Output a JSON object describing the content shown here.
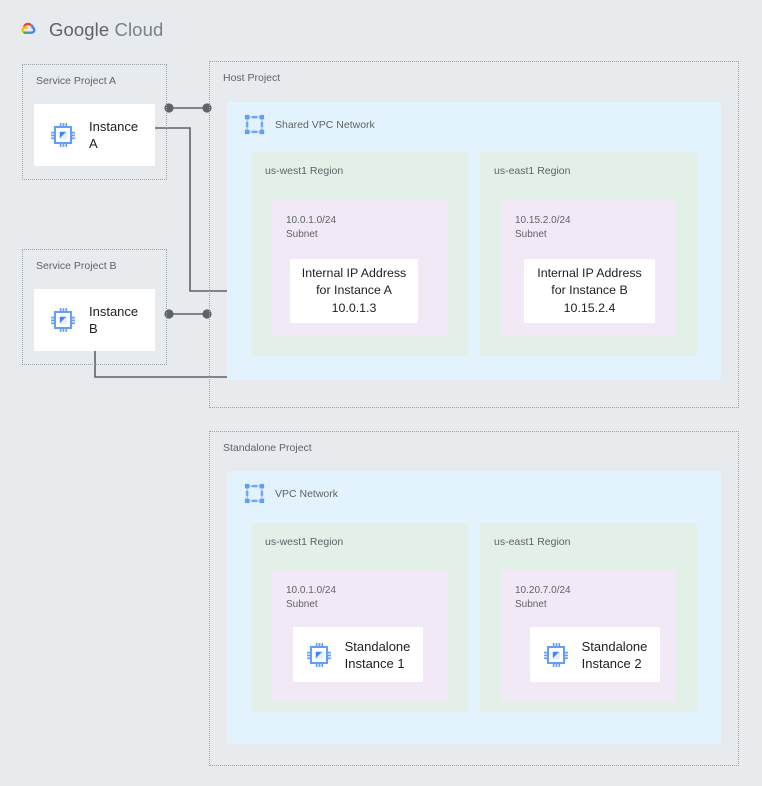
{
  "header": {
    "brand_google": "Google",
    "brand_cloud": "Cloud",
    "logo_icon": "google-cloud-logo"
  },
  "projects": {
    "service_a": {
      "title": "Service Project A"
    },
    "service_b": {
      "title": "Service Project B"
    },
    "host": {
      "title": "Host Project"
    },
    "standalone": {
      "title": "Standalone Project"
    }
  },
  "networks": {
    "shared_vpc": {
      "label": "Shared VPC Network",
      "icon": "vpc-network-icon"
    },
    "vpc": {
      "label": "VPC Network",
      "icon": "vpc-network-icon"
    }
  },
  "regions": {
    "host_west": "us-west1 Region",
    "host_east": "us-east1 Region",
    "standalone_west": "us-west1 Region",
    "standalone_east": "us-east1 Region"
  },
  "subnets": {
    "host_west": {
      "cidr": "10.0.1.0/24",
      "kind": "Subnet"
    },
    "host_east": {
      "cidr": "10.15.2.0/24",
      "kind": "Subnet"
    },
    "standalone_west": {
      "cidr": "10.0.1.0/24",
      "kind": "Subnet"
    },
    "standalone_east": {
      "cidr": "10.20.7.0/24",
      "kind": "Subnet"
    }
  },
  "instances": {
    "a": {
      "label": "Instance A",
      "icon": "cpu-chip-icon"
    },
    "b": {
      "label": "Instance B",
      "icon": "cpu-chip-icon"
    },
    "standalone_1": {
      "label": "Standalone\nInstance 1",
      "icon": "cpu-chip-icon"
    },
    "standalone_2": {
      "label": "Standalone\nInstance 2",
      "icon": "cpu-chip-icon"
    }
  },
  "ip_addresses": {
    "instance_a": "Internal IP Address\nfor Instance A\n10.0.1.3",
    "instance_b": "Internal IP Address\nfor Instance B\n10.15.2.4"
  },
  "colors": {
    "background": "#e8ebee",
    "vpc_fill": "#e3f3fd",
    "region_fill": "#e2f0e7",
    "subnet_fill": "#f2e9f7",
    "card_fill": "#ffffff",
    "dashed_border": "#9aa0a6",
    "connector": "#5f6368",
    "icon_blue": "#669df6",
    "text_primary": "#202124",
    "text_secondary": "#5f6368"
  }
}
